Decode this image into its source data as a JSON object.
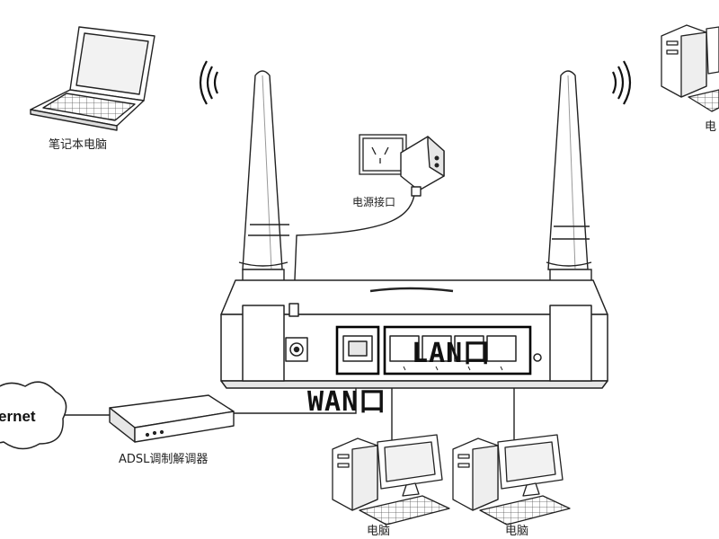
{
  "labels": {
    "laptop": "笔记本电脑",
    "power": "电源接口",
    "lan": "LAN口",
    "wan": "WAN口",
    "internet": "ernet",
    "modem": "ADSL调制解调器",
    "pc_bottom_left": "电脑",
    "pc_bottom_right": "电脑",
    "pc_top_right": "电"
  },
  "colors": {
    "line": "#222222",
    "fill": "#ffffff",
    "shade": "#e6e6e6",
    "highlight_box": "#000000"
  }
}
